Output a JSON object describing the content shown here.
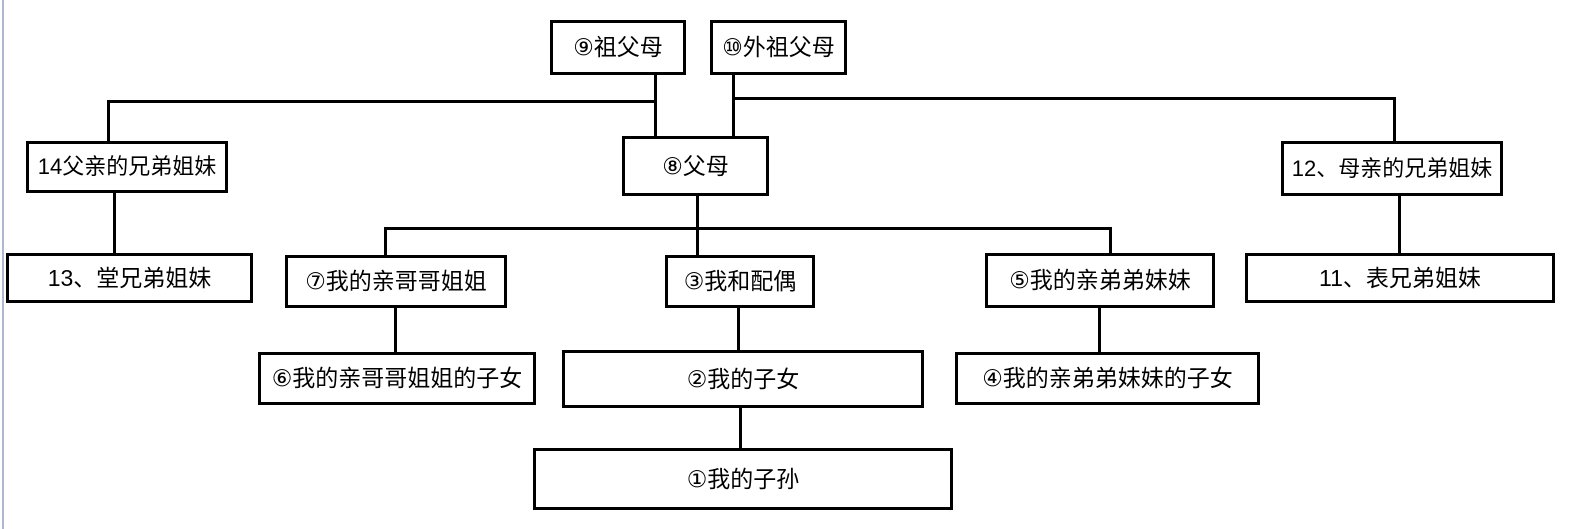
{
  "diagram": {
    "type": "family-relationship-tree",
    "background": "#ffffff",
    "line_color": "#000000",
    "box_border_color": "#000000",
    "box_fill_color": "#ffffff",
    "left_edge_accent_color": "#aeb8cf",
    "nodes": {
      "gp_paternal": {
        "label": "⑨祖父母"
      },
      "gp_maternal": {
        "label": "⑩外祖父母"
      },
      "father_sib": {
        "label": "14父亲的兄弟姐妹"
      },
      "parents": {
        "label": "⑧父母"
      },
      "mother_sib": {
        "label": "12、母亲的兄弟姐妹"
      },
      "cousin_pat": {
        "label": "13、堂兄弟姐妹"
      },
      "elder_sib": {
        "label": "⑦我的亲哥哥姐姐"
      },
      "me_spouse": {
        "label": "③我和配偶"
      },
      "younger_sib": {
        "label": "⑤我的亲弟弟妹妹"
      },
      "cousin_mat": {
        "label": "11、表兄弟姐妹"
      },
      "elder_child": {
        "label": "⑥我的亲哥哥姐姐的子女"
      },
      "my_children": {
        "label": "②我的子女"
      },
      "younger_child": {
        "label": "④我的亲弟弟妹妹的子女"
      },
      "descendants": {
        "label": "①我的子孙"
      }
    },
    "edges": [
      [
        "⑨祖父母",
        "⑧父母"
      ],
      [
        "⑩外祖父母",
        "⑧父母"
      ],
      [
        "⑨祖父母",
        "14父亲的兄弟姐妹"
      ],
      [
        "⑩外祖父母",
        "12、母亲的兄弟姐妹"
      ],
      [
        "14父亲的兄弟姐妹",
        "13、堂兄弟姐妹"
      ],
      [
        "12、母亲的兄弟姐妹",
        "11、表兄弟姐妹"
      ],
      [
        "⑧父母",
        "⑦我的亲哥哥姐姐"
      ],
      [
        "⑧父母",
        "③我和配偶"
      ],
      [
        "⑧父母",
        "⑤我的亲弟弟妹妹"
      ],
      [
        "⑦我的亲哥哥姐姐",
        "⑥我的亲哥哥姐姐的子女"
      ],
      [
        "③我和配偶",
        "②我的子女"
      ],
      [
        "⑤我的亲弟弟妹妹",
        "④我的亲弟弟妹妹的子女"
      ],
      [
        "②我的子女",
        "①我的子孙"
      ]
    ]
  }
}
